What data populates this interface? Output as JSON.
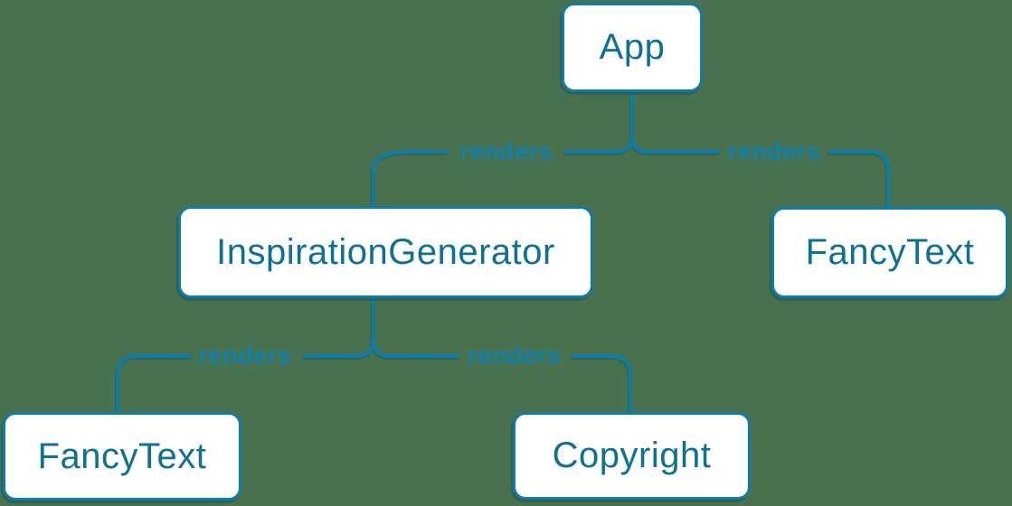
{
  "diagram": {
    "type": "component-tree",
    "nodes": [
      {
        "id": "app",
        "label": "App"
      },
      {
        "id": "inspiration-generator",
        "label": "InspirationGenerator"
      },
      {
        "id": "fancytext-right",
        "label": "FancyText"
      },
      {
        "id": "fancytext-left",
        "label": "FancyText"
      },
      {
        "id": "copyright",
        "label": "Copyright"
      }
    ],
    "edges": [
      {
        "from": "App",
        "to": "InspirationGenerator",
        "label": "renders"
      },
      {
        "from": "App",
        "to": "FancyText",
        "label": "renders"
      },
      {
        "from": "InspirationGenerator",
        "to": "FancyText",
        "label": "renders"
      },
      {
        "from": "InspirationGenerator",
        "to": "Copyright",
        "label": "renders"
      }
    ],
    "colors": {
      "background": "#48714f",
      "line": "#0f7ca6",
      "node_background": "#ffffff",
      "node_border": "#0f7ca6",
      "node_text": "#0e7193",
      "edge_label_text": "#1181ab"
    }
  }
}
